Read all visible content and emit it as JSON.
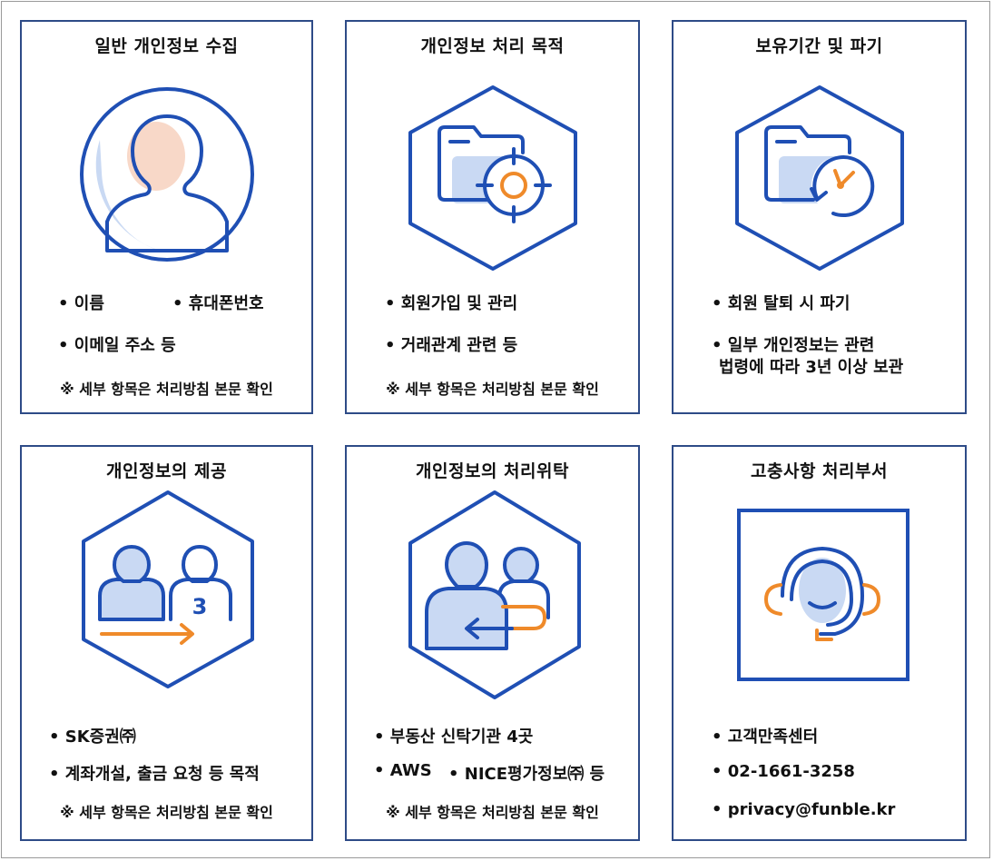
{
  "cards": [
    {
      "title": "일반 개인정보 수집",
      "icon": "person-profile-icon",
      "items": [
        "• 이름",
        "• 휴대폰번호",
        "• 이메일 주소 등"
      ],
      "note": "※ 세부 항목은 처리방침 본문 확인"
    },
    {
      "title": "개인정보 처리 목적",
      "icon": "folder-target-icon",
      "items": [
        "• 회원가입 및 관리",
        "• 거래관계 관련 등"
      ],
      "note": "※ 세부 항목은 처리방침 본문 확인"
    },
    {
      "title": "보유기간 및 파기",
      "icon": "folder-clock-icon",
      "items": [
        "• 회원 탈퇴 시 파기",
        "• 일부 개인정보는 관련",
        "법령에 따라 3년 이상 보관"
      ],
      "note": ""
    },
    {
      "title": "개인정보의 제공",
      "icon": "third-party-provision-icon",
      "items": [
        "• SK증권㈜",
        "• 계좌개설, 출금 요청 등 목적"
      ],
      "note": "※ 세부 항목은 처리방침 본문 확인"
    },
    {
      "title": "개인정보의 처리위탁",
      "icon": "outsourcing-icon",
      "items": [
        "• 부동산 신탁기관 4곳",
        "• AWS",
        "• NICE평가정보㈜ 등"
      ],
      "note": "※ 세부 항목은 처리방침 본문 확인"
    },
    {
      "title": "고충사항 처리부서",
      "icon": "headset-support-icon",
      "items": [
        "• 고객만족센터",
        "• 02-1661-3258",
        "• privacy@funble.kr"
      ],
      "note": ""
    }
  ],
  "colors": {
    "border": "#2e4b87",
    "icon_blue": "#1f4fb4",
    "icon_fill": "#c9d9f3",
    "icon_orange": "#ef8a2a"
  }
}
